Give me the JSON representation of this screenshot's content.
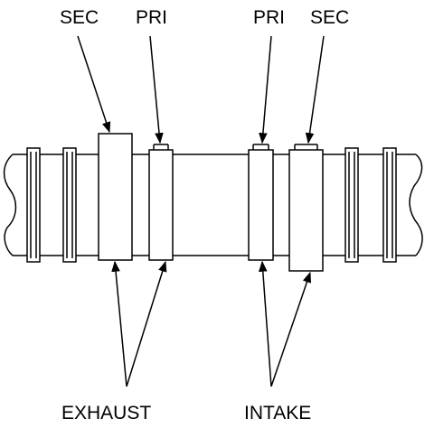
{
  "labels": {
    "top_left_sec": "SEC",
    "top_left_pri": "PRI",
    "top_right_pri": "PRI",
    "top_right_sec": "SEC",
    "bottom_exhaust": "EXHAUST",
    "bottom_intake": "INTAKE"
  },
  "colors": {
    "line": "#000000",
    "background": "#ffffff"
  }
}
